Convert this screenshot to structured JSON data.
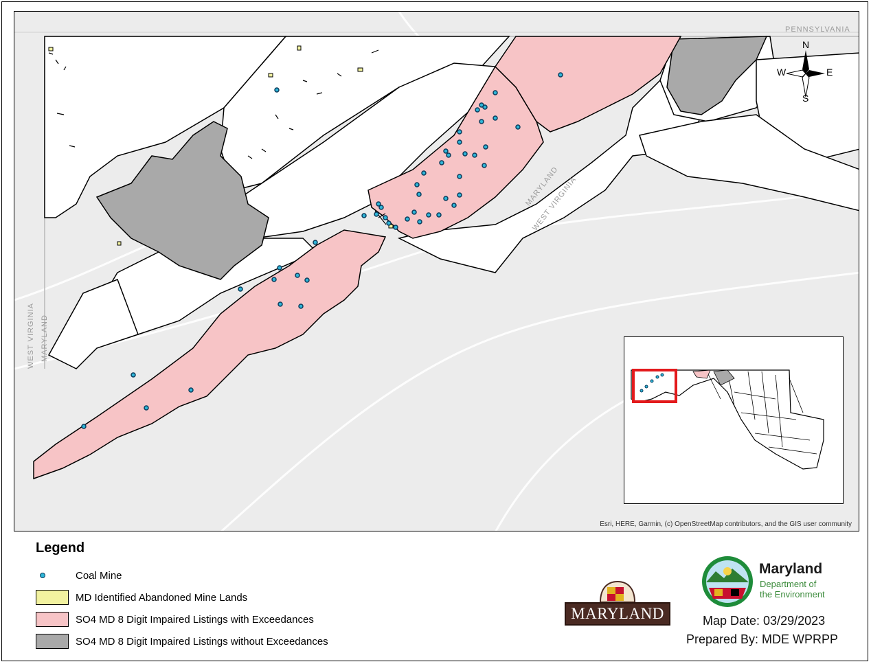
{
  "map": {
    "state_labels": {
      "pennsylvania": "PENNSYLVANIA",
      "maryland_east": "MARYLAND",
      "west_virginia_east": "WEST VIRGINIA",
      "west_virginia_west": "WEST VIRGINIA",
      "maryland_west": "MARYLAND"
    },
    "compass": {
      "n": "N",
      "s": "S",
      "e": "E",
      "w": "W"
    },
    "attribution": "Esri, HERE, Garmin, (c) OpenStreetMap contributors, and the GIS user community",
    "colors": {
      "impaired_with_exceedances": "#f7c4c6",
      "impaired_without_exceedances": "#a9a9a9",
      "abandoned_mine_lands": "#f2f2a0",
      "coal_mine": "#2fb6d8",
      "inset_highlight": "#e31a1c"
    }
  },
  "legend": {
    "title": "Legend",
    "items": [
      {
        "label": "Coal Mine",
        "symbol": "point",
        "color": "#2fb6d8"
      },
      {
        "label": "MD Identified Abandoned Mine Lands",
        "symbol": "fill",
        "color": "#f2f2a0"
      },
      {
        "label": "SO4 MD 8 Digit Impaired Listings with Exceedances",
        "symbol": "fill",
        "color": "#f7c4c6"
      },
      {
        "label": "SO4 MD 8 Digit Impaired Listings without Exceedances",
        "symbol": "fill",
        "color": "#a9a9a9"
      }
    ]
  },
  "logos": {
    "maryland_plaque": "MARYLAND",
    "mde_name": "Maryland",
    "mde_sub_1": "Department of",
    "mde_sub_2": "the Environment"
  },
  "footer": {
    "map_date": "Map Date: 03/29/2023",
    "prepared_by": "Prepared By: MDE WPRPP"
  }
}
